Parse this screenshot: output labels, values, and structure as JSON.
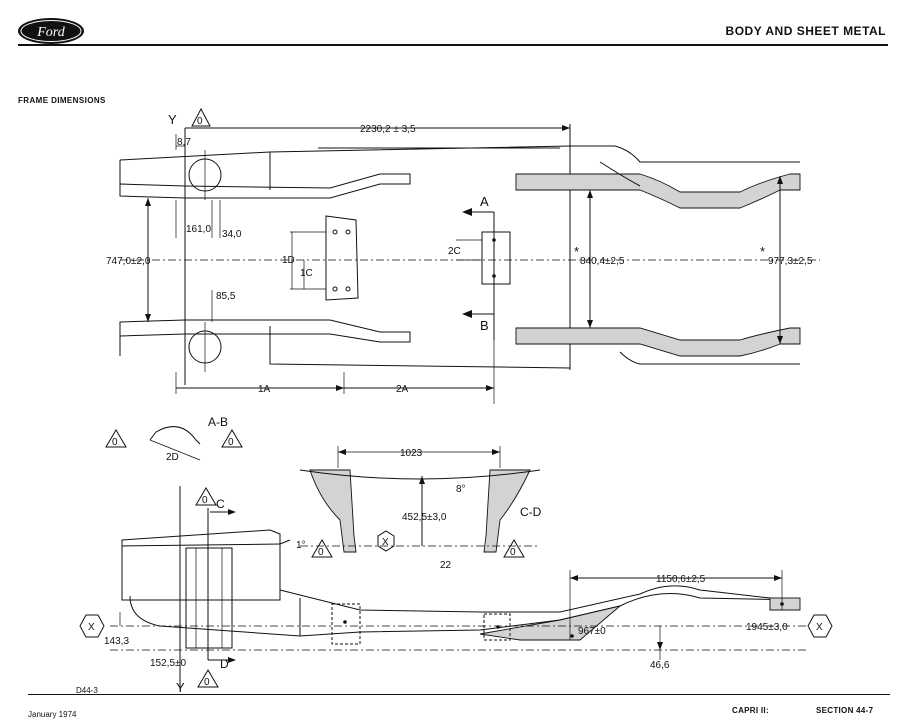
{
  "header": {
    "brand": "Ford",
    "title": "BODY AND SHEET METAL"
  },
  "section": {
    "title": "FRAME DIMENSIONS"
  },
  "labels": {
    "y": "Y",
    "zero": "0",
    "x": "X",
    "a": "A",
    "b": "B",
    "c": "C",
    "d": "D",
    "ab": "A-B",
    "cd": "C-D",
    "1a": "1A",
    "2a": "2A",
    "1c": "1C",
    "1d": "1D",
    "2c": "2C",
    "2d": "2D",
    "star": "*"
  },
  "dimensions": {
    "d22302": "2230,2 ± 3,5",
    "d87": "8,7",
    "d161": "161,0",
    "d34": "34,0",
    "d7470": "747,0±2,0",
    "d855": "85,5",
    "d8404": "840,4±2,5",
    "d9773": "977,3±2,5",
    "d1023": "1023",
    "d8deg": "8°",
    "d4525": "452,5±3,0",
    "d22": "22",
    "d1deg": "1°",
    "d11506": "1150,6±2,5",
    "d9670": "967±0",
    "d1945": "1945±3,0",
    "d466": "46,6",
    "d1433": "143,3",
    "d1525": "152,5±0"
  },
  "footer": {
    "figure_id": "D44-3",
    "date": "January 1974",
    "model": "CAPRI II:",
    "section": "SECTION 44-7"
  }
}
